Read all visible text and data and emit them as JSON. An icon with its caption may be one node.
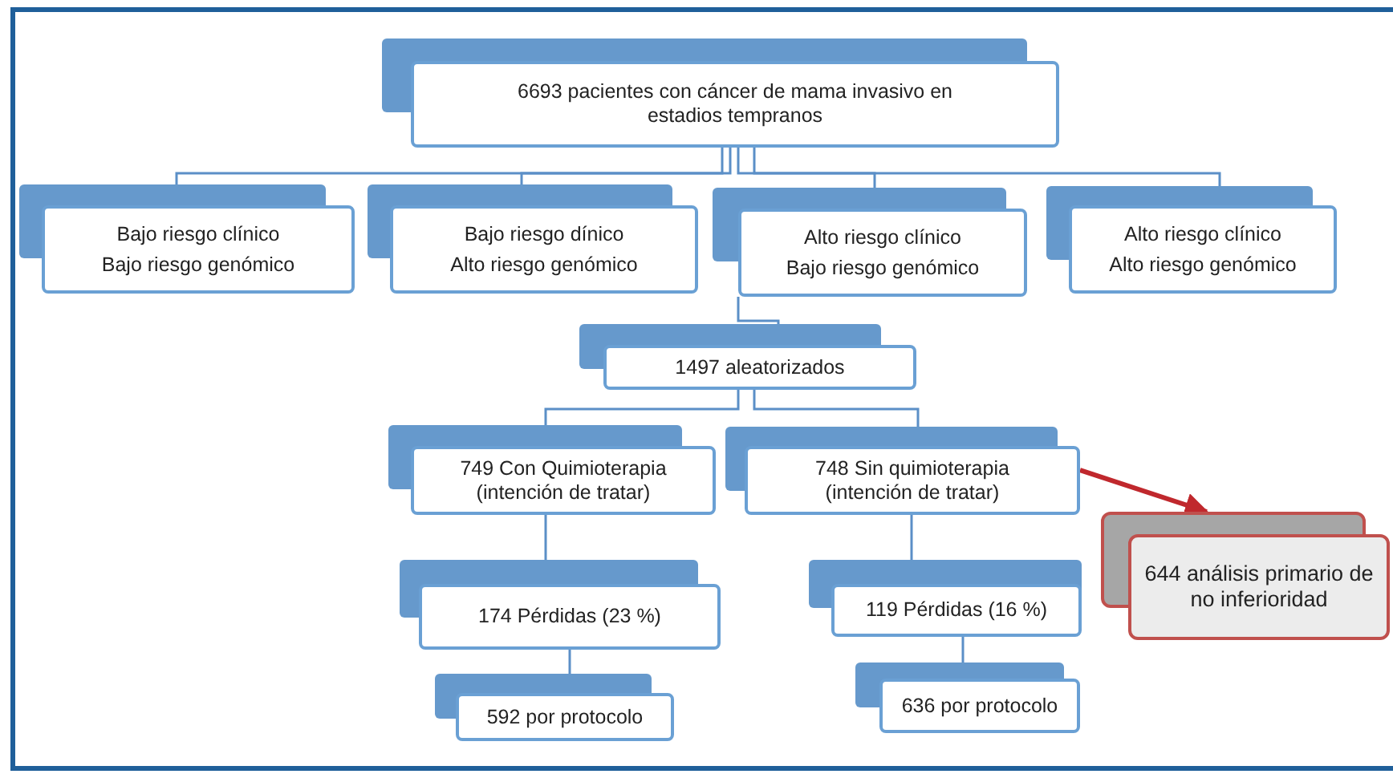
{
  "diagram": {
    "nodes": [
      {
        "text": [
          "6693 pacientes con cáncer de mama invasivo en estadios tempranos"
        ]
      },
      {
        "text": [
          "Bajo riesgo clínico",
          "Bajo riesgo genómico"
        ]
      },
      {
        "text": [
          "Bajo riesgo dínico",
          "Alto riesgo genómico"
        ]
      },
      {
        "text": [
          "Alto riesgo clínico",
          "Bajo riesgo genómico"
        ]
      },
      {
        "text": [
          "Alto riesgo clínico",
          "Alto riesgo genómico"
        ]
      },
      {
        "text": [
          "1497 aleatorizados"
        ]
      },
      {
        "text": [
          "749 Con Quimioterapia (intención de tratar)"
        ]
      },
      {
        "text": [
          "748 Sin quimioterapia (intención de tratar)"
        ]
      },
      {
        "text": [
          "644 análisis primario de no inferioridad"
        ]
      },
      {
        "text": [
          "174 Pérdidas (23 %)"
        ]
      },
      {
        "text": [
          "119 Pérdidas (16 %)"
        ]
      },
      {
        "text": [
          "592 por protocolo"
        ]
      },
      {
        "text": [
          "636 por protocolo"
        ]
      }
    ],
    "edges": [
      {
        "from": 0,
        "to": 1,
        "arrow": "none"
      },
      {
        "from": 0,
        "to": 2,
        "arrow": "none"
      },
      {
        "from": 0,
        "to": 3,
        "arrow": "none"
      },
      {
        "from": 0,
        "to": 4,
        "arrow": "none"
      },
      {
        "from": 3,
        "to": 5,
        "arrow": "none"
      },
      {
        "from": 5,
        "to": 6,
        "arrow": "none"
      },
      {
        "from": 5,
        "to": 7,
        "arrow": "none"
      },
      {
        "from": 6,
        "to": 9,
        "arrow": "none"
      },
      {
        "from": 7,
        "to": 10,
        "arrow": "none"
      },
      {
        "from": 9,
        "to": 11,
        "arrow": "none"
      },
      {
        "from": 10,
        "to": 12,
        "arrow": "none"
      },
      {
        "from": 7,
        "to": 8,
        "arrow": "to",
        "color": "#c0282d",
        "style": "thick"
      }
    ]
  }
}
